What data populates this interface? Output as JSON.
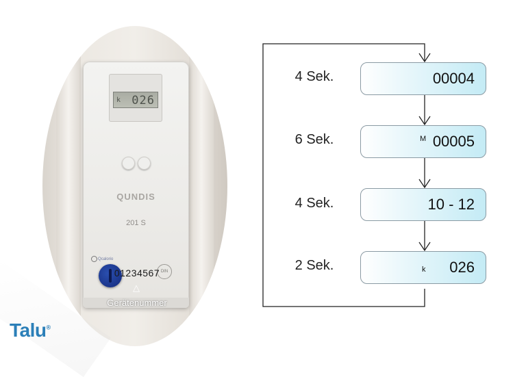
{
  "photo": {
    "lcd_prefix": "k",
    "lcd_value": "026",
    "brand": "QUNDIS",
    "model": "201 S",
    "manufacturer_mark": "Qcalorio",
    "din_mark": "DIN",
    "serial_number": "01234567",
    "marker": "△",
    "serial_label": "Gerätenummer"
  },
  "logo": {
    "text": "Talu",
    "reg": "®",
    "color": "#2b7fb8"
  },
  "sequence": [
    {
      "duration": "4 Sek.",
      "prefix": "",
      "value": "00004"
    },
    {
      "duration": "6 Sek.",
      "prefix": "M",
      "value": "00005"
    },
    {
      "duration": "4 Sek.",
      "prefix": "",
      "value": "10 - 12"
    },
    {
      "duration": "2 Sek.",
      "prefix": "k",
      "value": "026"
    }
  ],
  "colors": {
    "box_gradient_end": "#c4ebf5",
    "box_border": "#8a9aa3",
    "line": "#222222"
  }
}
